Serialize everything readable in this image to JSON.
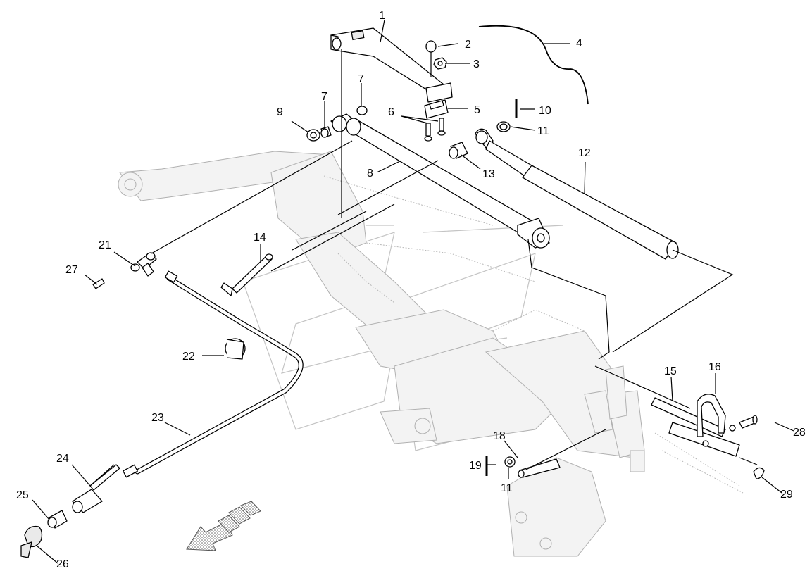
{
  "diagram": {
    "callouts": [
      "1",
      "2",
      "3",
      "4",
      "5",
      "6",
      "7",
      "7",
      "8",
      "9",
      "10",
      "11",
      "11",
      "12",
      "13",
      "14",
      "15",
      "16",
      "18",
      "19",
      "21",
      "22",
      "23",
      "24",
      "25",
      "26",
      "27",
      "28",
      "29"
    ],
    "colors": {
      "line": "#000000",
      "ghost": "#b8b8b8",
      "background": "#ffffff"
    }
  }
}
